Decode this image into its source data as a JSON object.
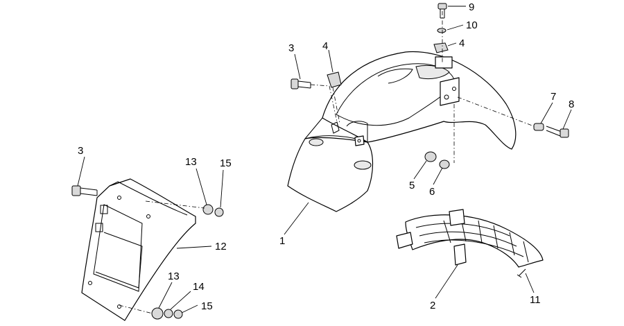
{
  "callouts": [
    {
      "id": "c1",
      "label": "1"
    },
    {
      "id": "c2",
      "label": "2"
    },
    {
      "id": "c3a",
      "label": "3"
    },
    {
      "id": "c3b",
      "label": "3"
    },
    {
      "id": "c4a",
      "label": "4"
    },
    {
      "id": "c4b",
      "label": "4"
    },
    {
      "id": "c5",
      "label": "5"
    },
    {
      "id": "c6",
      "label": "6"
    },
    {
      "id": "c7",
      "label": "7"
    },
    {
      "id": "c8",
      "label": "8"
    },
    {
      "id": "c9",
      "label": "9"
    },
    {
      "id": "c10",
      "label": "10"
    },
    {
      "id": "c11",
      "label": "11"
    },
    {
      "id": "c12",
      "label": "12"
    },
    {
      "id": "c13a",
      "label": "13"
    },
    {
      "id": "c13b",
      "label": "13"
    },
    {
      "id": "c14",
      "label": "14"
    },
    {
      "id": "c15a",
      "label": "15"
    },
    {
      "id": "c15b",
      "label": "15"
    }
  ]
}
